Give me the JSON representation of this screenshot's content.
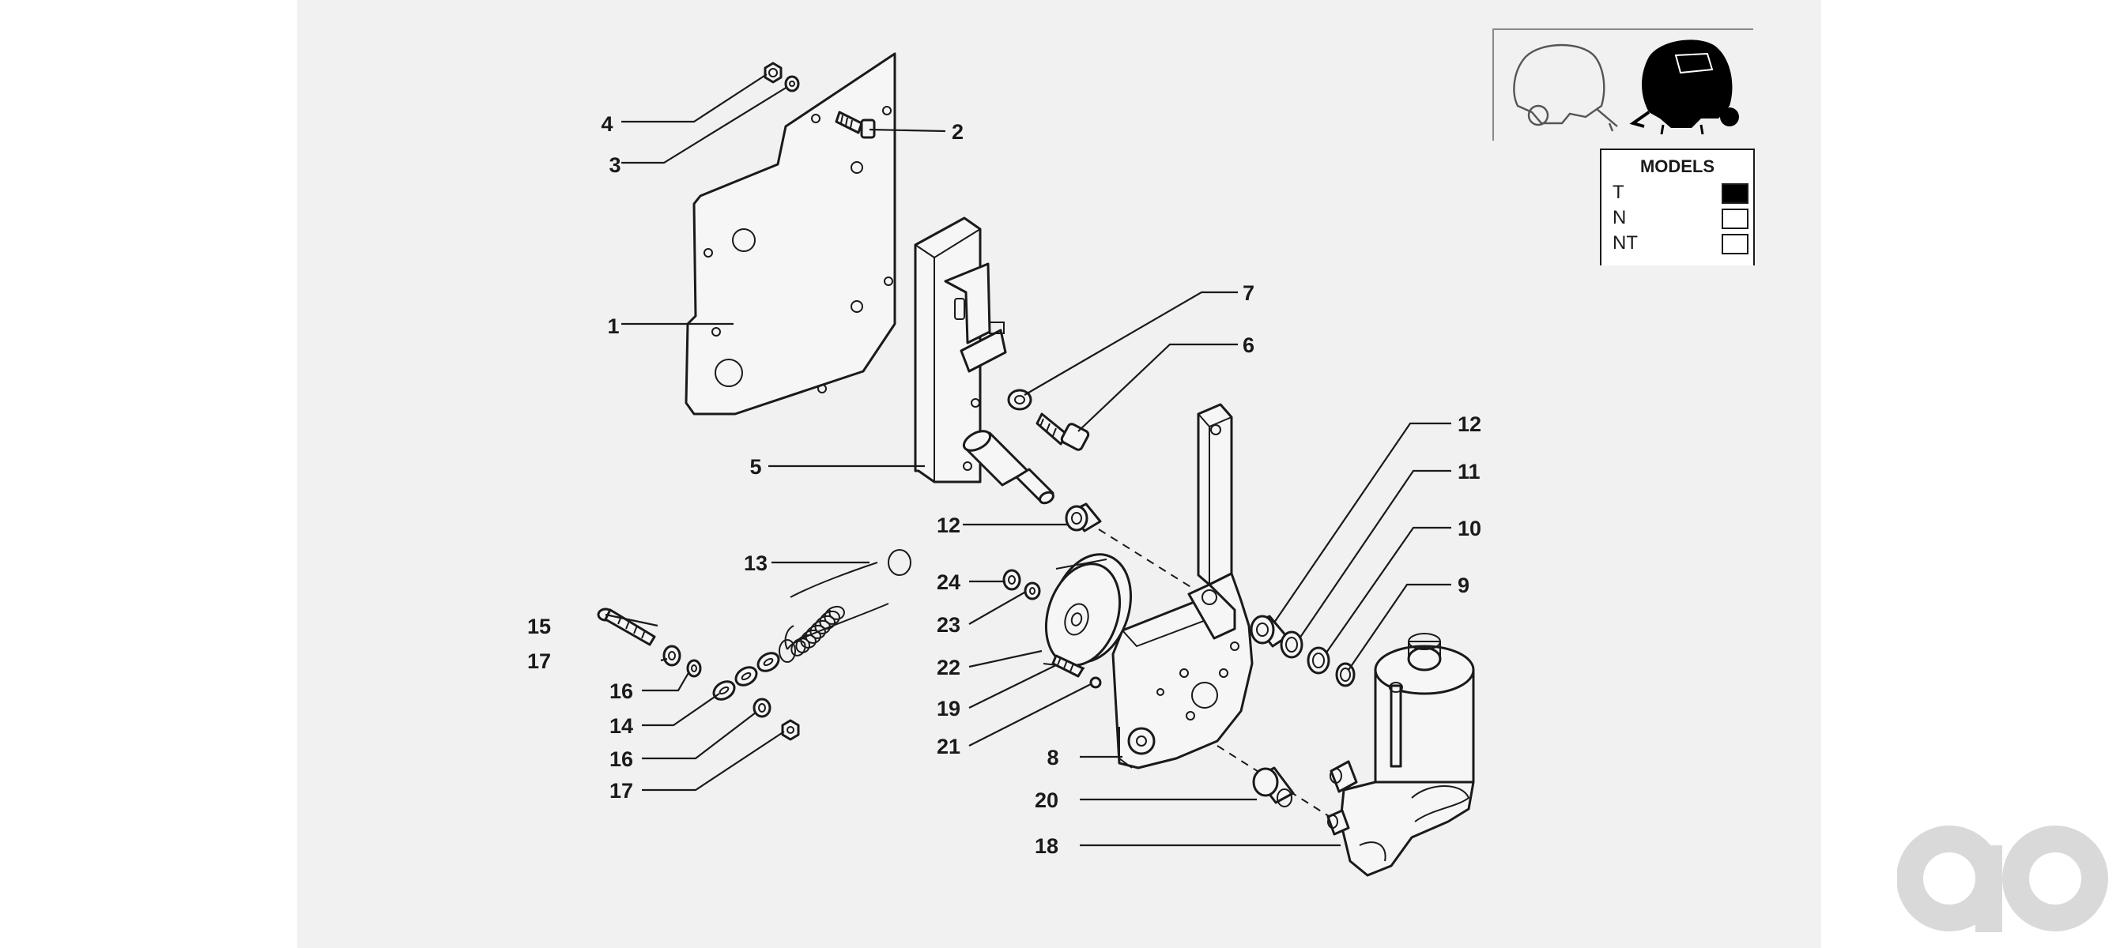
{
  "callouts": [
    {
      "id": "c4",
      "text": "4"
    },
    {
      "id": "c3",
      "text": "3"
    },
    {
      "id": "c2",
      "text": "2"
    },
    {
      "id": "c1",
      "text": "1"
    },
    {
      "id": "c7",
      "text": "7"
    },
    {
      "id": "c6",
      "text": "6"
    },
    {
      "id": "c5",
      "text": "5"
    },
    {
      "id": "c12a",
      "text": "12"
    },
    {
      "id": "c11",
      "text": "11"
    },
    {
      "id": "c10",
      "text": "10"
    },
    {
      "id": "c9",
      "text": "9"
    },
    {
      "id": "c12b",
      "text": "12"
    },
    {
      "id": "c13",
      "text": "13"
    },
    {
      "id": "c24",
      "text": "24"
    },
    {
      "id": "c23",
      "text": "23"
    },
    {
      "id": "c22",
      "text": "22"
    },
    {
      "id": "c19",
      "text": "19"
    },
    {
      "id": "c21",
      "text": "21"
    },
    {
      "id": "c8",
      "text": "8"
    },
    {
      "id": "c15",
      "text": "15"
    },
    {
      "id": "c17a",
      "text": "17"
    },
    {
      "id": "c16a",
      "text": "16"
    },
    {
      "id": "c14",
      "text": "14"
    },
    {
      "id": "c16b",
      "text": "16"
    },
    {
      "id": "c17b",
      "text": "17"
    },
    {
      "id": "c20",
      "text": "20"
    },
    {
      "id": "c18",
      "text": "18"
    }
  ],
  "models": {
    "title": "MODELS",
    "rows": [
      {
        "label": "T",
        "selected": true
      },
      {
        "label": "N",
        "selected": false
      },
      {
        "label": "NT",
        "selected": false
      }
    ]
  },
  "icons": {
    "thumbnail_outline": "baler-outline-icon",
    "thumbnail_filled": "baler-filled-icon",
    "watermark": "ao-watermark-logo"
  },
  "colors": {
    "panel_background": "#f1f1f1",
    "page_background": "#ffffff",
    "ink": "#1a1a1a",
    "watermark": "#d9d9d9"
  }
}
